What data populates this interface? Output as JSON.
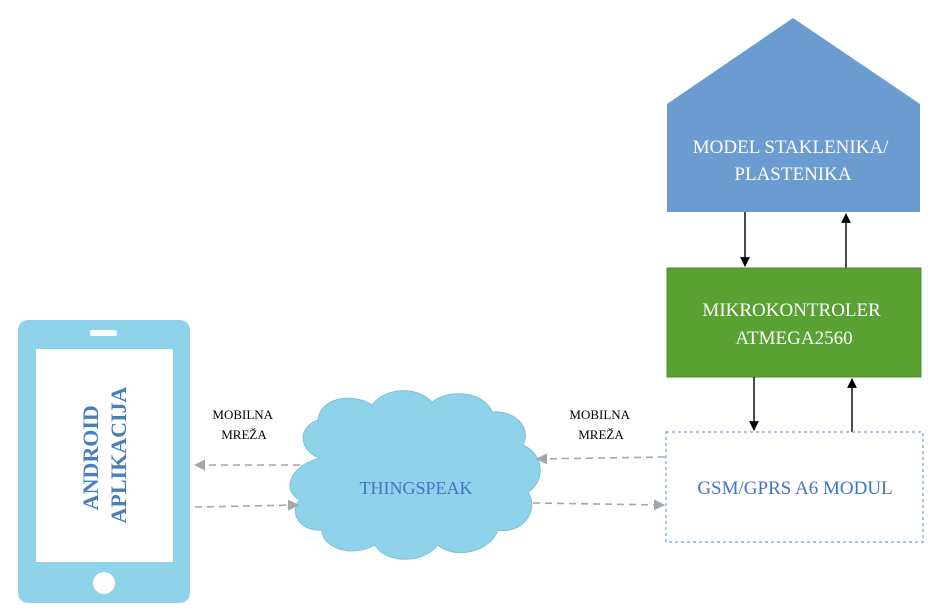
{
  "phone": {
    "label_line1": "ANDROID",
    "label_line2": "APLIKACIJA",
    "color": "#8fd3ea",
    "label_color": "#4a7ebb"
  },
  "left_link": {
    "label_line1": "MOBILNA",
    "label_line2": "MREŽA"
  },
  "right_link": {
    "label_line1": "MOBILNA",
    "label_line2": "MREŽA"
  },
  "cloud": {
    "label": "THINGSPEAK",
    "fill": "#8fd3ea",
    "text_color": "#4472c4"
  },
  "greenhouse": {
    "label_line1": "MODEL STAKLENIKA/",
    "label_line2": "PLASTENIKA",
    "fill": "#6b9bd1"
  },
  "microcontroller": {
    "label_line1": "MIKROKONTROLER",
    "label_line2": "ATMEGA2560",
    "fill": "#5aa133"
  },
  "gsm_module": {
    "label": "GSM/GPRS A6 MODUL",
    "text_color": "#4472c4",
    "border_color": "#6fa0d8"
  },
  "colors": {
    "dashed_arrow": "#a6a6a6",
    "solid_arrow": "#000000"
  }
}
